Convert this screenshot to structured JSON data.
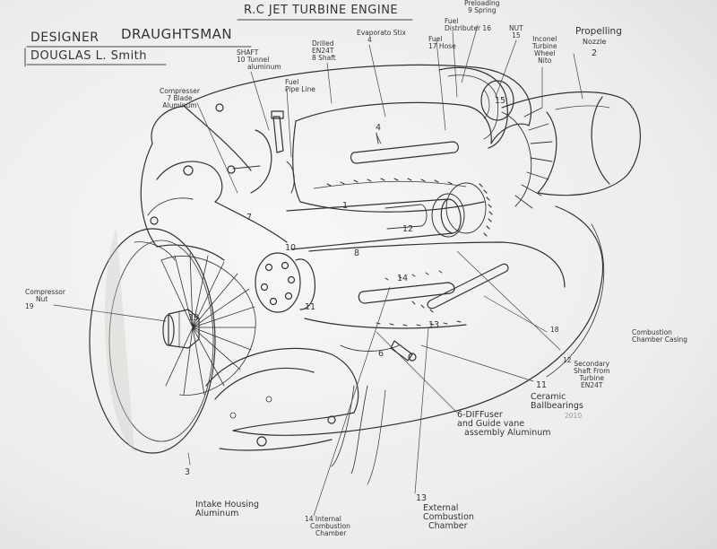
{
  "title": "R.C JET TURBINE ENGINE",
  "designer_label": "DESIGNER",
  "draughtsman_label": "DRAUGHTSMAN",
  "author": "DOUGLAS L. Smith",
  "year": "2010",
  "labels": {
    "preloading_num": "9",
    "preloading_text": "Preloading",
    "preloading_text2": "Spring",
    "fuel_dist_num": "16",
    "fuel_dist_text": "Fuel",
    "fuel_dist_text2": "Distributer",
    "evap_text": "Evaporato Stix",
    "evap_num": "4",
    "fuel_hose_text": "Fuel",
    "fuel_hose_text2": "17 Hose",
    "drilled_text": "Drilled",
    "drilled_text2": "EN24T",
    "drilled_text3": "8 Shaft",
    "nut_num": "15",
    "nut_text": "NUT",
    "inconel_text": "Inconel",
    "inconel_text2": "Turbine",
    "inconel_text3": "Wheel",
    "inconel_text4": "Nito",
    "propelling_text": "Propelling",
    "propelling_text2": "Nozzle",
    "propelling_num": "2",
    "shaft_tunnel_text": "SHAFT",
    "shaft_tunnel_text2": "10 Tunnel",
    "shaft_tunnel_text3": "aluminum",
    "fuel_pipe_text": "Fuel",
    "fuel_pipe_text2": "Pipe Line",
    "compressor_blade_text": "Compresser",
    "compressor_blade_text2": "7 Blade",
    "compressor_blade_text3": "Aluminum",
    "compressor_nut_text": "Compressor",
    "compressor_nut_text2": "Nut",
    "compressor_nut_num": "19",
    "combustion_casing_num": "18",
    "combustion_casing_text": "Combustion",
    "combustion_casing_text2": "Chamber Casing",
    "secondary_shaft_num": "12",
    "secondary_shaft_text": "Secondary",
    "secondary_shaft_text2": "Shaft From",
    "secondary_shaft_text3": "Turbine",
    "secondary_shaft_text4": "EN24T",
    "ceramic_num": "11",
    "ceramic_text": "Ceramic",
    "ceramic_text2": "Ballbearings",
    "diffuser_text": "6-DIFFuser",
    "diffuser_text2": "and Guide vane",
    "diffuser_text3": "assembly",
    "diffuser_text4": "Aluminum",
    "intake_num": "3",
    "intake_text": "Intake Housing",
    "intake_text2": "Aluminum",
    "internal_text": "14 Internal",
    "internal_text2": "Combustion",
    "internal_text3": "Chamber",
    "external_num": "13",
    "external_text": "External",
    "external_text2": "Combustion",
    "external_text3": "Chamber"
  },
  "callouts": [
    "4",
    "7",
    "12",
    "1",
    "8",
    "14",
    "19",
    "6",
    "11",
    "15",
    "10",
    "13"
  ]
}
